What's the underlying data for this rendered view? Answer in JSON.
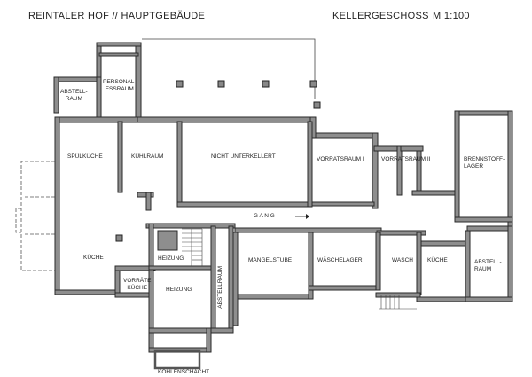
{
  "header": {
    "title_left": "REINTALER HOF // HAUPTGEBÄUDE",
    "title_right": "KELLERGESCHOSS",
    "scale": "M 1:100"
  },
  "rooms": {
    "abstellraum_nw": "ABSTELL-\nRAUM",
    "personal_essraum": "PERSONAL-\nESSRAUM",
    "spuelkueche": "SPÜLKÜCHE",
    "kuehlraum": "KÜHLRAUM",
    "nicht_unterkellert": "NICHT UNTERKELLERT",
    "vorratsraum_1": "VORRATSRAUM I",
    "vorratsraum_2": "VORRATSRAUM II",
    "brennstofflager": "BRENNSTOFF-\nLAGER",
    "gang": "G A N G",
    "kueche": "KÜCHE",
    "heizung_small": "HEIZUNG",
    "vorraete_kueche": "VORRÄTE\nKÜCHE",
    "heizung": "HEIZUNG",
    "abstellraum_vertical": "ABSTELLRAUM",
    "mangelstube": "MANGELSTUBE",
    "waeschelager": "WÄSCHELAGER",
    "wasch": "WASCH",
    "kueche_east": "KÜCHE",
    "abstellraum_se": "ABSTELL-\nRAUM",
    "kohlenschacht": "KOHLENSCHACHT"
  },
  "colors": {
    "wall_fill": "#8a8a8a",
    "wall_stroke": "#2a2a2a",
    "background": "#ffffff"
  }
}
